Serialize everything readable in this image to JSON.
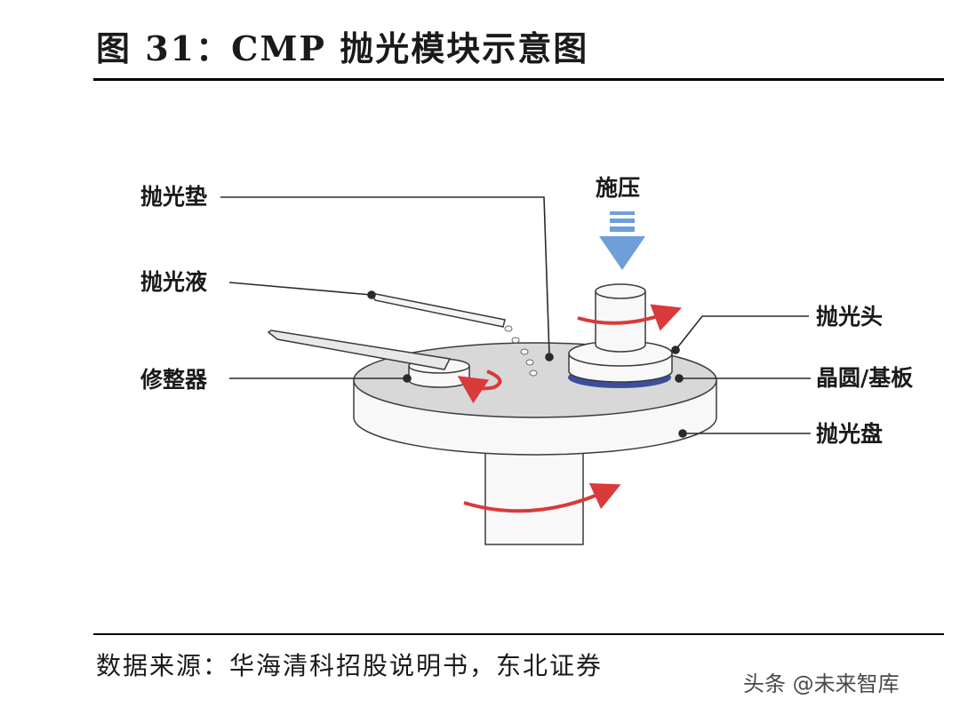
{
  "header": {
    "title": "图 31：CMP 抛光模块示意图"
  },
  "diagram": {
    "labels": {
      "pressure": "施压",
      "pad": "抛光垫",
      "slurry": "抛光液",
      "conditioner": "修整器",
      "head": "抛光头",
      "wafer": "晶圆/基板",
      "platen": "抛光盘"
    },
    "colors": {
      "arrow_blue": "#6e9fd8",
      "rotation_red": "#d93a3a",
      "wafer_blue": "#3a4f9c"
    }
  },
  "footer": {
    "source": "数据来源：华海清科招股说明书，东北证券",
    "watermark": "头条 @未来智库"
  }
}
